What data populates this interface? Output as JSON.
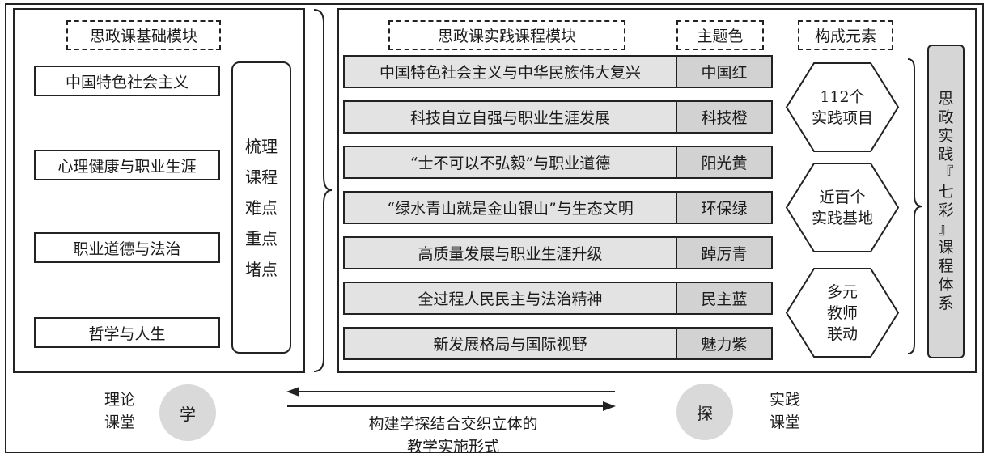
{
  "basic_module": {
    "title": "思政课基础模块",
    "courses": [
      "中国特色社会主义",
      "心理健康与职业生涯",
      "职业道德与法治",
      "哲学与人生"
    ],
    "tasks": [
      "梳理",
      "课程",
      "难点",
      "重点",
      "堵点"
    ]
  },
  "practice_module": {
    "title": "思政课实践课程模块",
    "theme_color_header": "主题色",
    "elements_header": "构成元素",
    "rows": [
      {
        "name": "中国特色社会主义与中华民族伟大复兴",
        "color": "中国红"
      },
      {
        "name": "科技自立自强与职业生涯发展",
        "color": "科技橙"
      },
      {
        "name": "“士不可以不弘毅”与职业道德",
        "color": "阳光黄"
      },
      {
        "name": "“绿水青山就是金山银山”与生态文明",
        "color": "环保绿"
      },
      {
        "name": "高质量发展与职业生涯升级",
        "color": "踔厉青"
      },
      {
        "name": "全过程人民民主与法治精神",
        "color": "民主蓝"
      },
      {
        "name": "新发展格局与国际视野",
        "color": "魅力紫"
      }
    ],
    "elements": [
      [
        "112个",
        "实践项目"
      ],
      [
        "近百个",
        "实践基地"
      ],
      [
        "多元",
        "教师",
        "联动"
      ]
    ],
    "system_label": [
      "思",
      "政",
      "实",
      "践",
      "『",
      "七",
      "彩",
      "』",
      "课",
      "程",
      "体",
      "系"
    ]
  },
  "bottom": {
    "left_label": [
      "理论",
      "课堂"
    ],
    "left_circle": "学",
    "right_circle": "探",
    "right_label": [
      "实践",
      "课堂"
    ],
    "arrow_caption": [
      "构建学探结合交织立体的",
      "教学实施形式"
    ]
  },
  "colors": {
    "row_fill": "#e3e3e3",
    "color_cell_fill": "#d2d2d2",
    "circle_fill": "#d9d9d9",
    "line": "#222222"
  }
}
